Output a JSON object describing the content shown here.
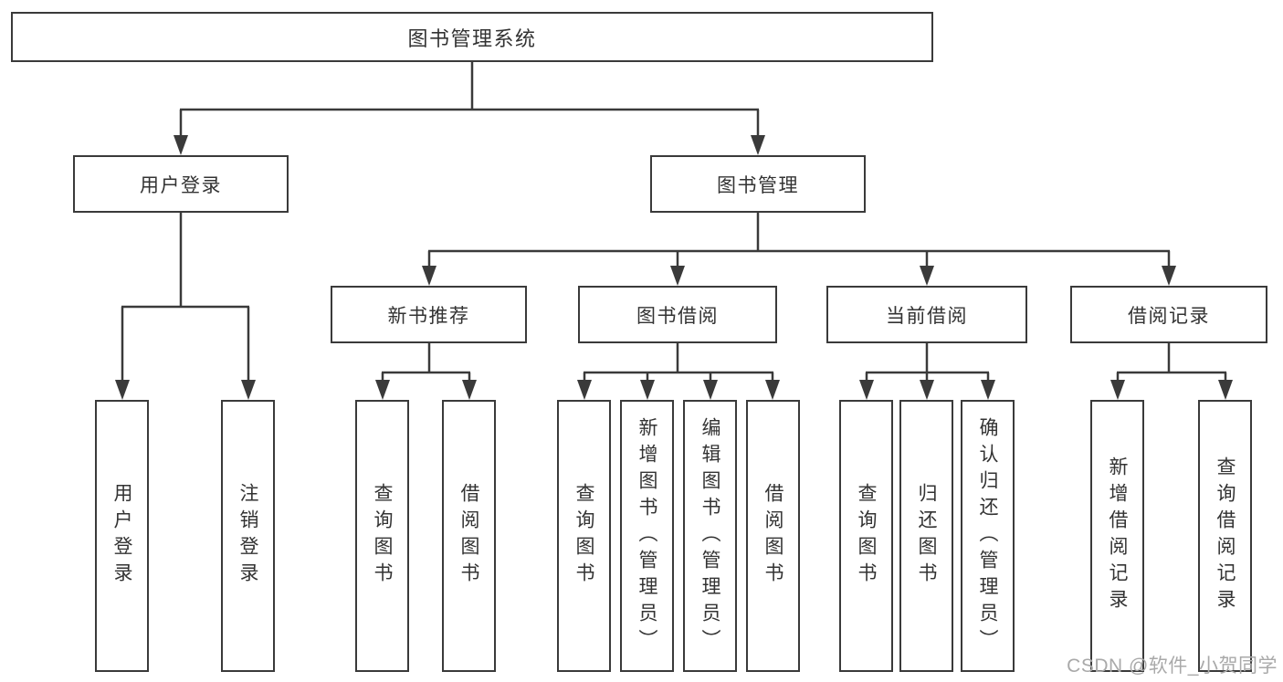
{
  "diagram": {
    "title": "图书管理系统",
    "level2": {
      "user_login": "用户登录",
      "book_management": "图书管理"
    },
    "level3": {
      "new_book_recommend": "新书推荐",
      "book_borrowing": "图书借阅",
      "current_borrowing": "当前借阅",
      "borrowing_records": "借阅记录"
    },
    "leaves": {
      "user_login": "用户登录",
      "logout": "注销登录",
      "query_books_1": "查询图书",
      "borrow_books_1": "借阅图书",
      "query_books_2": "查询图书",
      "add_books_admin": "新增图书（管理员）",
      "edit_books_admin": "编辑图书（管理员）",
      "borrow_books_2": "借阅图书",
      "query_books_3": "查询图书",
      "return_books": "归还图书",
      "confirm_return_admin": "确认归还（管理员）",
      "add_borrow_record": "新增借阅记录",
      "query_borrow_record": "查询借阅记录"
    }
  },
  "watermark": "CSDN @软件_小贺同学",
  "colors": {
    "line": "#3a3a3a",
    "text": "#333333",
    "watermark": "#a9a9a9",
    "background": "#ffffff"
  }
}
